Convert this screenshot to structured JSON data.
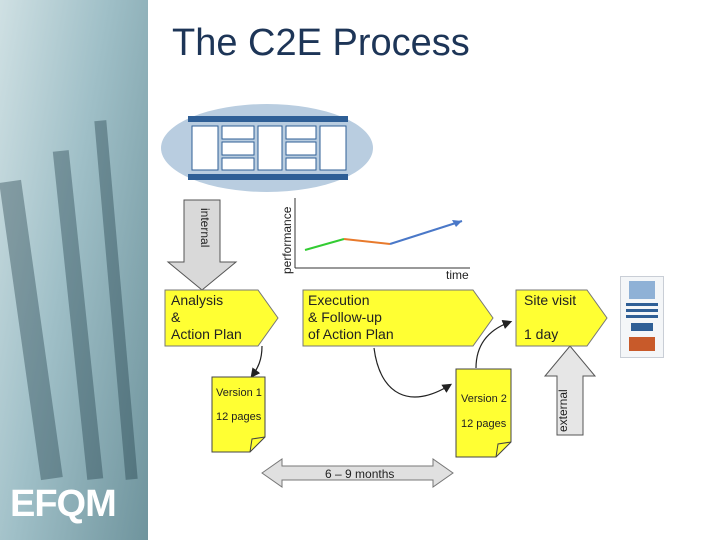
{
  "title": "The C2E Process",
  "axes": {
    "y_label": "performance",
    "x_label": "time"
  },
  "arrows": {
    "internal_label": "internal",
    "external_label": "external"
  },
  "stages": {
    "analysis": "Analysis\n&\nAction Plan",
    "execution": "Execution\n& Follow-up\nof Action Plan",
    "site_visit": "Site visit\n\n1 day"
  },
  "documents": {
    "version1": {
      "label": "Version 1",
      "pages": "12 pages"
    },
    "version2": {
      "label": "Version 2",
      "pages": "12 pages"
    }
  },
  "duration": "6 – 9 months",
  "logo": "EFQM",
  "colors": {
    "title": "#1d3557",
    "stage_fill": "#ffff33",
    "line_green": "#33cc33",
    "line_orange": "#e87a2c",
    "line_blue": "#4a78c8",
    "duration_arrow": "#e0e0e0"
  }
}
